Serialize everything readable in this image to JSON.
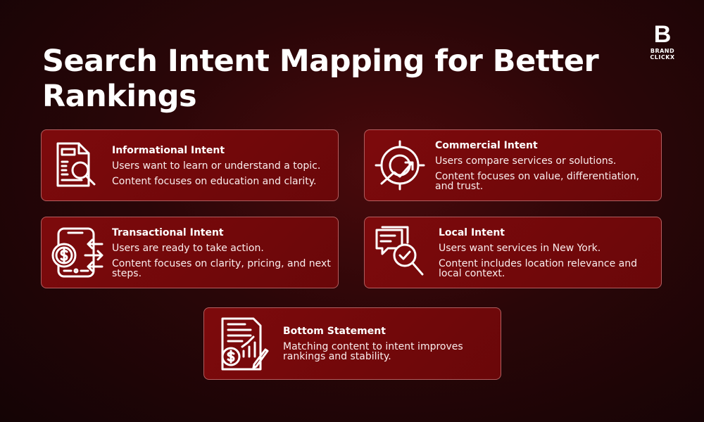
{
  "title": "Search Intent Mapping for Better Rankings",
  "logo": {
    "letter": "B",
    "name": "BRAND CLICKX"
  },
  "cards": [
    {
      "icon": "document-search-icon",
      "heading": "Informational Intent",
      "lines": [
        "Users want to learn or understand a topic.",
        "Content focuses on education and clarity."
      ]
    },
    {
      "icon": "target-growth-icon",
      "heading": "Commercial Intent",
      "lines": [
        "Users compare services or solutions.",
        "Content focuses on value, differentiation, and trust."
      ]
    },
    {
      "icon": "mobile-payment-icon",
      "heading": "Transactional Intent",
      "lines": [
        "Users are ready to take action.",
        "Content focuses on clarity, pricing, and next steps."
      ]
    },
    {
      "icon": "chat-search-check-icon",
      "heading": "Local Intent",
      "lines": [
        "Users want services in New York.",
        "Content includes location relevance and local context."
      ]
    },
    {
      "icon": "report-dollar-icon",
      "heading": "Bottom Statement",
      "lines": [
        "Matching content to intent improves rankings and stability."
      ]
    }
  ],
  "colors": {
    "card": "#7d0a0c",
    "background": "#2a0608",
    "text": "#ffffff"
  }
}
